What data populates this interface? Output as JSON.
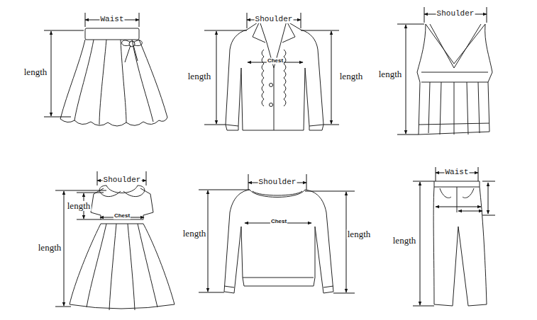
{
  "diagram": {
    "labels": [
      "Waist",
      "length",
      "Shoulder",
      "Chest",
      "length",
      "length",
      "Shoulder",
      "length",
      "Shoulder",
      "length",
      "Chest",
      "length",
      "Shoulder",
      "Chest",
      "length",
      "length",
      "Waist",
      "length"
    ]
  }
}
